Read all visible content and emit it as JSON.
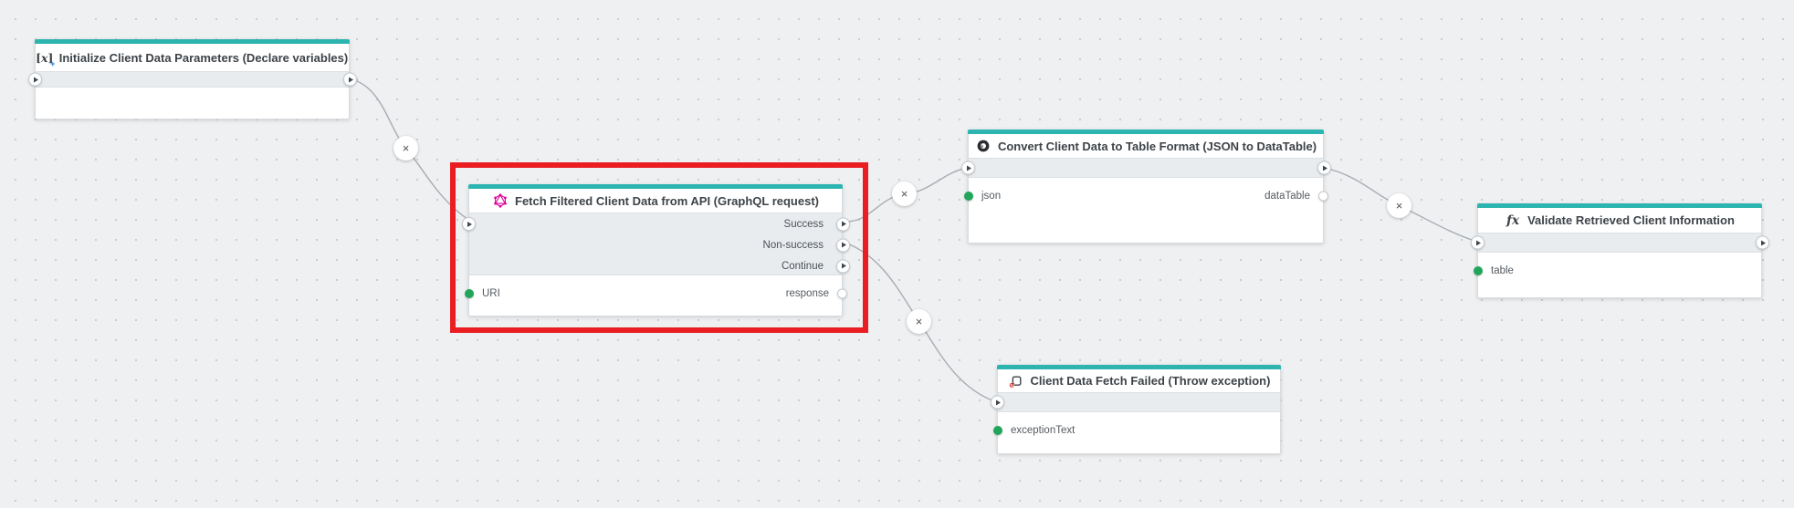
{
  "canvas": {
    "delete_glyph": "×",
    "accent_color": "#2cb5b0",
    "highlight_color": "#e91d22",
    "green_port_color": "#21a55b",
    "graphql_pink": "#e10098"
  },
  "icons": {
    "declare_open": "[",
    "declare_x": "x",
    "declare_close": "]",
    "declare_plus": "+",
    "fx_glyph": "fx"
  },
  "nodes": [
    {
      "id": "initialize",
      "icon": "declare-variables-icon",
      "title": "Initialize Client Data Parameters (Declare variables)",
      "flow_in": true,
      "flow_out": true
    },
    {
      "id": "fetch-graphql",
      "icon": "graphql-icon",
      "title": "Fetch Filtered Client Data from API (GraphQL request)",
      "selected": true,
      "flow_in": true,
      "flow_outputs": [
        {
          "label": "Success"
        },
        {
          "label": "Non-success"
        },
        {
          "label": "Continue"
        }
      ],
      "data_inputs": [
        {
          "label": "URI"
        }
      ],
      "data_outputs": [
        {
          "label": "response"
        }
      ]
    },
    {
      "id": "convert-json",
      "icon": "json-icon",
      "title": "Convert Client Data to Table Format (JSON to DataTable)",
      "flow_in": true,
      "flow_out": true,
      "data_inputs": [
        {
          "label": "json"
        }
      ],
      "data_outputs": [
        {
          "label": "dataTable"
        }
      ]
    },
    {
      "id": "validate",
      "icon": "fx-icon",
      "title": "Validate Retrieved Client Information",
      "flow_in": true,
      "flow_out": true,
      "data_inputs": [
        {
          "label": "table"
        }
      ]
    },
    {
      "id": "throw-exception",
      "icon": "throw-exception-icon",
      "title": "Client Data Fetch Failed (Throw exception)",
      "flow_in": true,
      "data_inputs": [
        {
          "label": "exceptionText"
        }
      ]
    }
  ],
  "connections": [
    {
      "from": "initialize.out",
      "to": "fetch-graphql.in"
    },
    {
      "from": "fetch-graphql.Success",
      "to": "convert-json.in"
    },
    {
      "from": "fetch-graphql.Non-success",
      "to": "throw-exception.in"
    },
    {
      "from": "convert-json.out",
      "to": "validate.in"
    }
  ]
}
